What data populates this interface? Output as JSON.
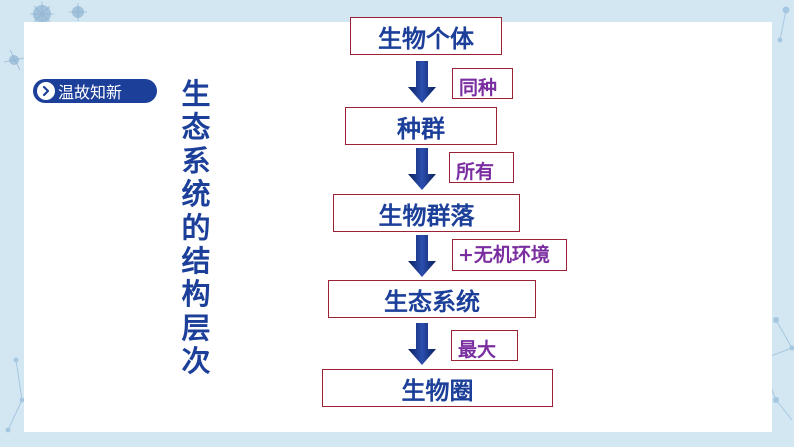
{
  "badge": {
    "label": "温故知新",
    "icon": "chevron-right-icon"
  },
  "title_chars": [
    "生",
    "态",
    "系",
    "统",
    "的",
    "结",
    "构",
    "层",
    "次"
  ],
  "levels": [
    "生物个体",
    "种群",
    "生物群落",
    "生态系统",
    "生物圈"
  ],
  "connectors": [
    "同种",
    "所有",
    "+无机环境",
    "最大"
  ],
  "colors": {
    "primary_blue": "#1c3f99",
    "border_red": "#9b2235",
    "tag_purple": "#7a2ea0",
    "background": "#d3e7f3"
  }
}
